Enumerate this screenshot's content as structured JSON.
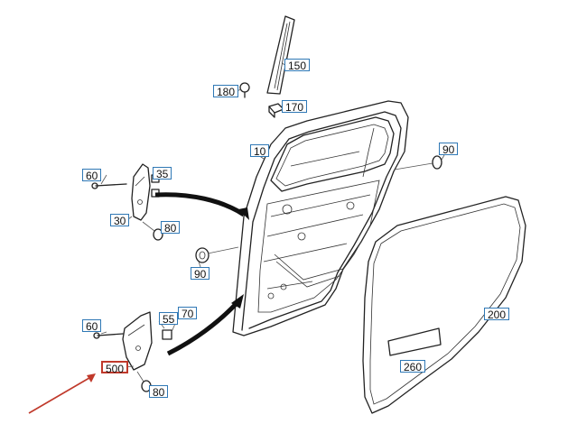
{
  "diagram": {
    "labels": [
      {
        "id": "150",
        "text": "150"
      },
      {
        "id": "180",
        "text": "180"
      },
      {
        "id": "170",
        "text": "170"
      },
      {
        "id": "10",
        "text": "10"
      },
      {
        "id": "90a",
        "text": "90"
      },
      {
        "id": "60a",
        "text": "60"
      },
      {
        "id": "35",
        "text": "35"
      },
      {
        "id": "30",
        "text": "30"
      },
      {
        "id": "80a",
        "text": "80"
      },
      {
        "id": "90b",
        "text": "90"
      },
      {
        "id": "200",
        "text": "200"
      },
      {
        "id": "60b",
        "text": "60"
      },
      {
        "id": "55",
        "text": "55"
      },
      {
        "id": "70",
        "text": "70"
      },
      {
        "id": "500",
        "text": "500"
      },
      {
        "id": "260",
        "text": "260"
      },
      {
        "id": "80b",
        "text": "80"
      }
    ],
    "highlighted_part": "500",
    "colors": {
      "callout_border": "#2f78b5",
      "highlight_border": "#c0392b",
      "pointer_arrow": "#c0392b",
      "line_art": "#222222"
    }
  }
}
